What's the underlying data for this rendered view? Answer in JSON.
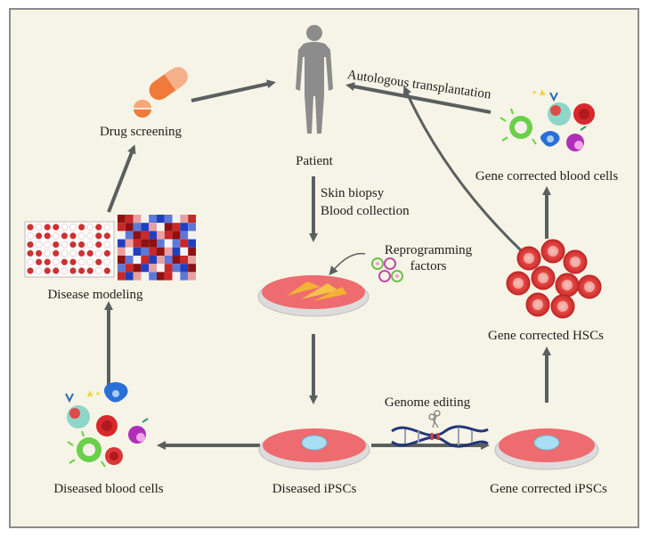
{
  "labels": {
    "patient": "Patient",
    "drug_screening": "Drug screening",
    "disease_modeling": "Disease modeling",
    "diseased_blood_cells": "Diseased blood cells",
    "diseased_ipscs": "Diseased iPSCs",
    "gene_corrected_ipscs": "Gene corrected iPSCs",
    "gene_corrected_hscs": "Gene corrected HSCs",
    "gene_corrected_blood_cells": "Gene corrected blood cells",
    "autologous_transplantation": "Autologous transplantation",
    "skin_biopsy": "Skin biopsy",
    "blood_collection": "Blood collection",
    "reprogramming": "Reprogramming",
    "factors": "factors",
    "genome_editing": "Genome editing"
  },
  "colors": {
    "arrow": "#5a6060",
    "background": "#f6f4e6",
    "dish_red": "#ee6b70",
    "hsc_red": "#e84848",
    "pill_orange": "#f07a3a",
    "patient_gray": "#8c8c8c"
  }
}
